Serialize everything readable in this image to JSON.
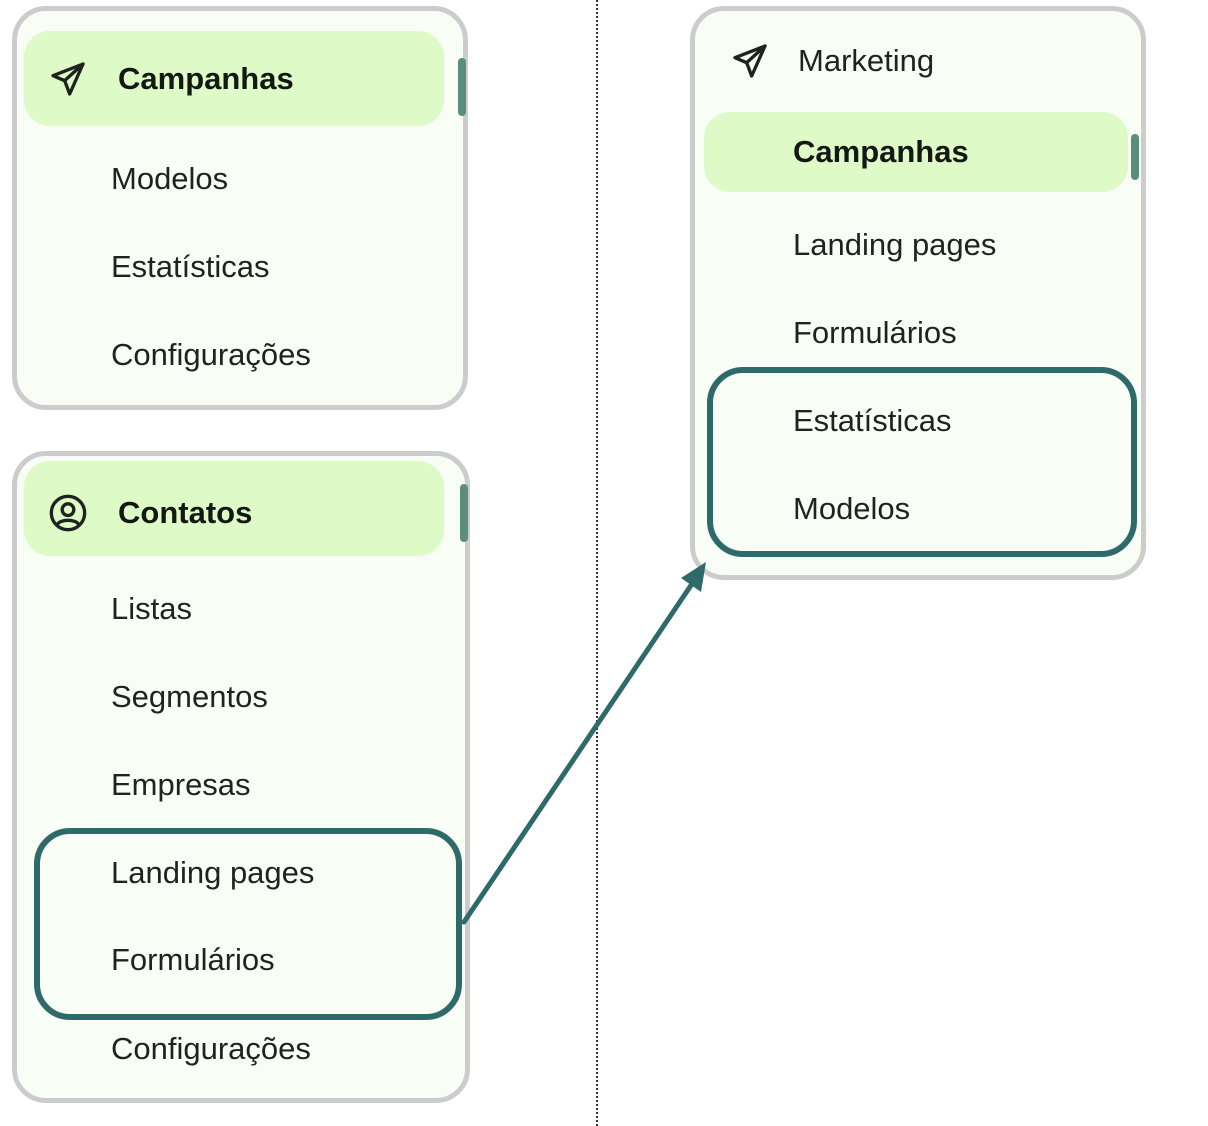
{
  "campanhas_menu": {
    "header": {
      "label": "Campanhas",
      "icon": "send-icon"
    },
    "items": [
      "Modelos",
      "Estatísticas",
      "Configurações"
    ]
  },
  "contatos_menu": {
    "header": {
      "label": "Contatos",
      "icon": "user-circle-icon"
    },
    "items": [
      "Listas",
      "Segmentos",
      "Empresas",
      "Landing pages",
      "Formulários",
      "Configurações"
    ]
  },
  "marketing_menu": {
    "header": {
      "label": "Marketing",
      "icon": "send-icon"
    },
    "active_item": "Campanhas",
    "items": [
      "Landing pages",
      "Formulários",
      "Estatísticas",
      "Modelos"
    ]
  },
  "colors": {
    "active_bg": "#ddfac7",
    "panel_bg": "#f8fdf5",
    "panel_border": "#cccccc",
    "highlight": "#2f6a6b",
    "scroll_thumb": "#5b8d7c"
  }
}
